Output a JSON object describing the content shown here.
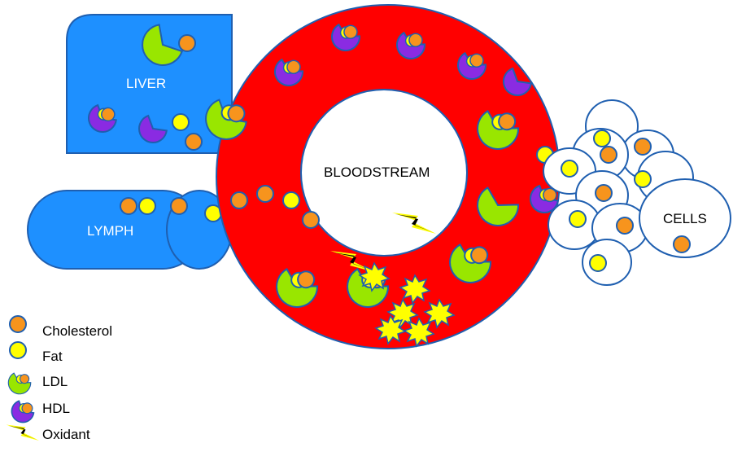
{
  "labels": {
    "liver": "LIVER",
    "lymph": "LYMPH",
    "bloodstream": "BLOODSTREAM",
    "cells": "CELLS"
  },
  "legend": [
    {
      "icon": "cholesterol-icon",
      "label": "Cholesterol"
    },
    {
      "icon": "fat-icon",
      "label": "Fat"
    },
    {
      "icon": "ldl-icon",
      "label": "LDL"
    },
    {
      "icon": "hdl-icon",
      "label": "HDL"
    },
    {
      "icon": "oxidant-icon",
      "label": "Oxidant"
    }
  ],
  "colors": {
    "blood": "#ff0000",
    "organ": "#1e90ff",
    "organ_stroke": "#1f5fb0",
    "cholesterol": "#f7941d",
    "fat": "#ffff00",
    "ldl": "#99e600",
    "hdl": "#8a2be2",
    "oxidant": "#ffff00"
  }
}
